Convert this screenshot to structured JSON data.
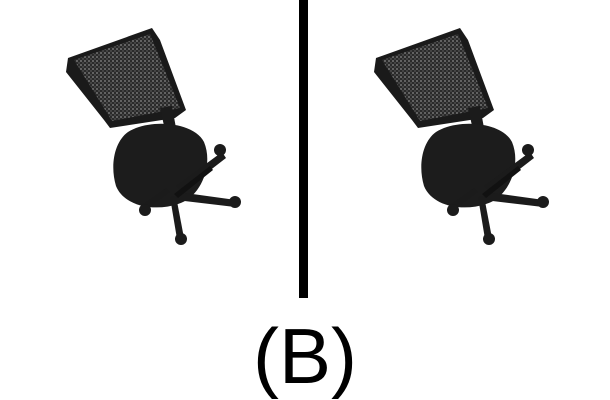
{
  "caption": "(B)",
  "panels": [
    {
      "name": "left",
      "icon": "office-chair-icon"
    },
    {
      "name": "right",
      "icon": "office-chair-icon"
    }
  ],
  "colors": {
    "background": "#ffffff",
    "divider": "#000000",
    "chair_body": "#1b1b1b",
    "chair_mesh": "#5a5a5a"
  }
}
